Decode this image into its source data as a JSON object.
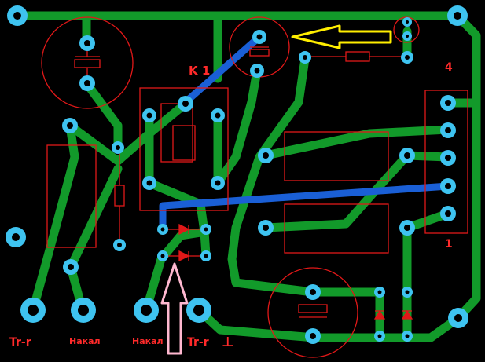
{
  "board": {
    "background": "#000000",
    "colors": {
      "track_top": "#129a2a",
      "track_bottom": "#1a5fd6",
      "pad_ring": "#3ec3f0",
      "pad_hole": "#d8f4ff",
      "silkscreen": "#e01818",
      "arrow_yellow": "#ffee00",
      "arrow_pink": "#ffb8d0",
      "label": "#ff2a2a"
    }
  },
  "labels": {
    "relay": "K 1",
    "connector_pin_top": "4",
    "connector_pin_bottom": "1",
    "tr_left": "Tr-r",
    "heater_left": "Накал",
    "heater_right": "Накал",
    "tr_right": "Tr-r",
    "ground_symbol": "⊥"
  },
  "annotations": {
    "yellow_arrow": "pointing left at electrolytic capacitor",
    "pink_arrow": "pointing up at diode pair"
  },
  "components": {
    "electrolytic_capacitors": 3,
    "relay": 1,
    "resistors": 2,
    "diodes": 4,
    "connector_pins": 5,
    "mounting_holes": 4
  }
}
